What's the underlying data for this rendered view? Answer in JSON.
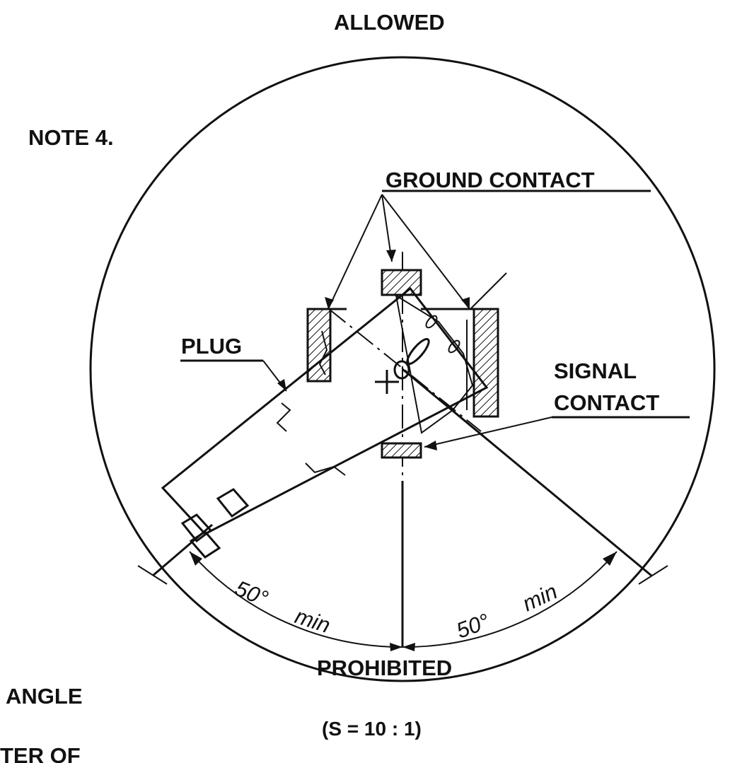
{
  "labels": {
    "allowed": "ALLOWED",
    "note": "NOTE 4.",
    "ground_contact": "GROUND CONTACT",
    "plug": "PLUG",
    "signal_line1": "SIGNAL",
    "signal_line2": "CONTACT",
    "angle_left_value": "50°",
    "angle_left_suffix": "min",
    "angle_right_value": "50°",
    "angle_right_suffix": "min",
    "prohibited": "PROHIBITED",
    "scale": "(S = 10 : 1)",
    "side_angle": "ANGLE",
    "side_cut": "TER OF"
  },
  "colors": {
    "ink": "#111111",
    "background": "#ffffff"
  }
}
